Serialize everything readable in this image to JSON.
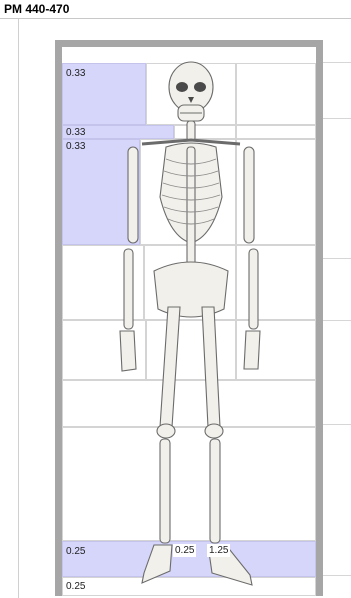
{
  "header": {
    "title": "PM 440-470"
  },
  "regions": {
    "head_left": {
      "label": "0.33"
    },
    "neck_left": {
      "label": "0.33"
    },
    "arm_left": {
      "label": "0.33"
    },
    "foot_left": {
      "label": "0.25"
    },
    "foot_mid": {
      "label": "0.25"
    },
    "foot_right": {
      "label": "1.25"
    },
    "bottom_left": {
      "label": "0.25"
    }
  },
  "colors": {
    "frame": "#a6a6a6",
    "shade": "#d6d6fb",
    "bone": "#f2f0ea",
    "bone_stroke": "#6b6b6b"
  },
  "icons": {
    "figure": "skeleton-illustration-icon"
  }
}
